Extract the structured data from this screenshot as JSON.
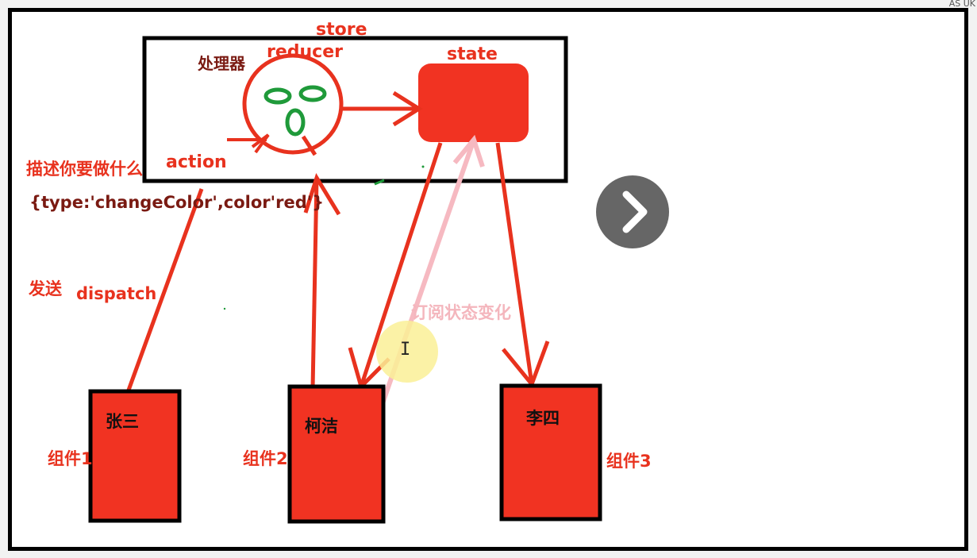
{
  "corner_text": "AS UK",
  "labels": {
    "store": "store",
    "reducer": "reducer",
    "processor": "处理器",
    "state": "state",
    "action": "action",
    "describe": "描述你要做什么",
    "action_object": "{type:'changeColor',color'red'}",
    "send": "发送",
    "dispatch": "dispatch",
    "subscribe": "订阅状态变化"
  },
  "components": [
    {
      "name": "张三",
      "label": "组件1"
    },
    {
      "name": "柯洁",
      "label": "组件2"
    },
    {
      "name": "李四",
      "label": "组件3"
    }
  ],
  "colors": {
    "accent_red": "#f13322",
    "stroke_red": "#e8321e",
    "subscribe_pink": "#f6b9c1",
    "face_green": "#1f9a3a"
  },
  "next_button_icon": "chevron-right-icon"
}
